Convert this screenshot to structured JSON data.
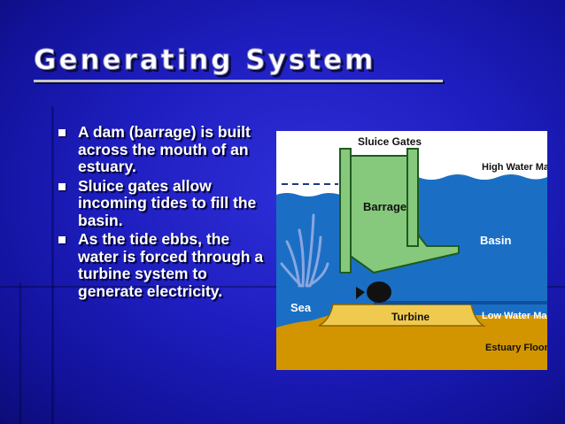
{
  "slide": {
    "title": "Generating System",
    "bullets": [
      "A dam (barrage) is built across the mouth of an estuary.",
      "Sluice gates allow incoming tides to fill the basin.",
      "As the tide ebbs, the water is forced through a turbine system to generate electricity."
    ]
  },
  "diagram": {
    "labels": {
      "sluice_gates": "Sluice Gates",
      "high_water_mark": "High Water Mark",
      "barrage": "Barrage",
      "basin": "Basin",
      "sea": "Sea",
      "turbine": "Turbine",
      "low_water_mark": "Low Water Mark",
      "estuary_floor": "Estuary Floor"
    },
    "colors": {
      "water": "#1a6fc4",
      "barrage": "#86c97c",
      "turbine_block": "#f0c94f",
      "floor": "#d29500",
      "sky": "#ffffff"
    }
  },
  "theme": {
    "background": "#1e1ec0",
    "text": "#ffffff"
  }
}
